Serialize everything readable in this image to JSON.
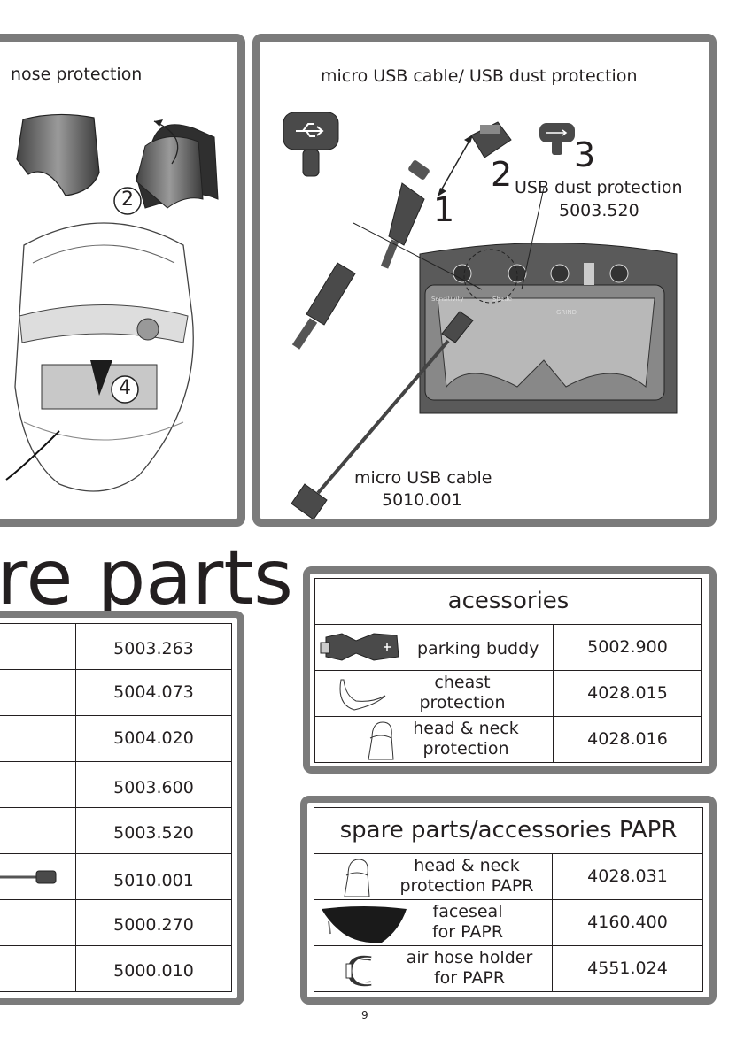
{
  "left_panel": {
    "caption": "nose protection",
    "step_2": "2",
    "step_4": "4"
  },
  "usb_panel": {
    "caption": "micro USB cable/ USB dust protection",
    "step_1": "1",
    "step_2": "2",
    "step_3": "3",
    "dust_label": "USB dust protection",
    "dust_code": "5003.520",
    "cable_label": "micro USB cable",
    "cable_code": "5010.001",
    "panel_text_left": "Sensitivity",
    "panel_text_mid": "Shade",
    "panel_text_grind": "GRIND"
  },
  "section_title": "re parts",
  "spare_codes": [
    "5003.263",
    "5004.073",
    "5004.020",
    "5003.600",
    "5003.520",
    "5010.001",
    "5000.270",
    "5000.010"
  ],
  "accessories": {
    "header": "acessories",
    "rows": [
      {
        "name": "parking buddy",
        "code": "5002.900"
      },
      {
        "name": "cheast\nprotection",
        "code": "4028.015"
      },
      {
        "name": "head & neck\nprotection",
        "code": "4028.016"
      }
    ]
  },
  "papr": {
    "header": "spare parts/accessories PAPR",
    "rows": [
      {
        "name": "head & neck\nprotection PAPR",
        "code": "4028.031"
      },
      {
        "name": "faceseal\nfor PAPR",
        "code": "4160.400"
      },
      {
        "name": "air hose holder\nfor PAPR",
        "code": "4551.024"
      }
    ]
  },
  "page_number": "9",
  "colors": {
    "frame": "#7b7b7b",
    "ink": "#231f20"
  }
}
